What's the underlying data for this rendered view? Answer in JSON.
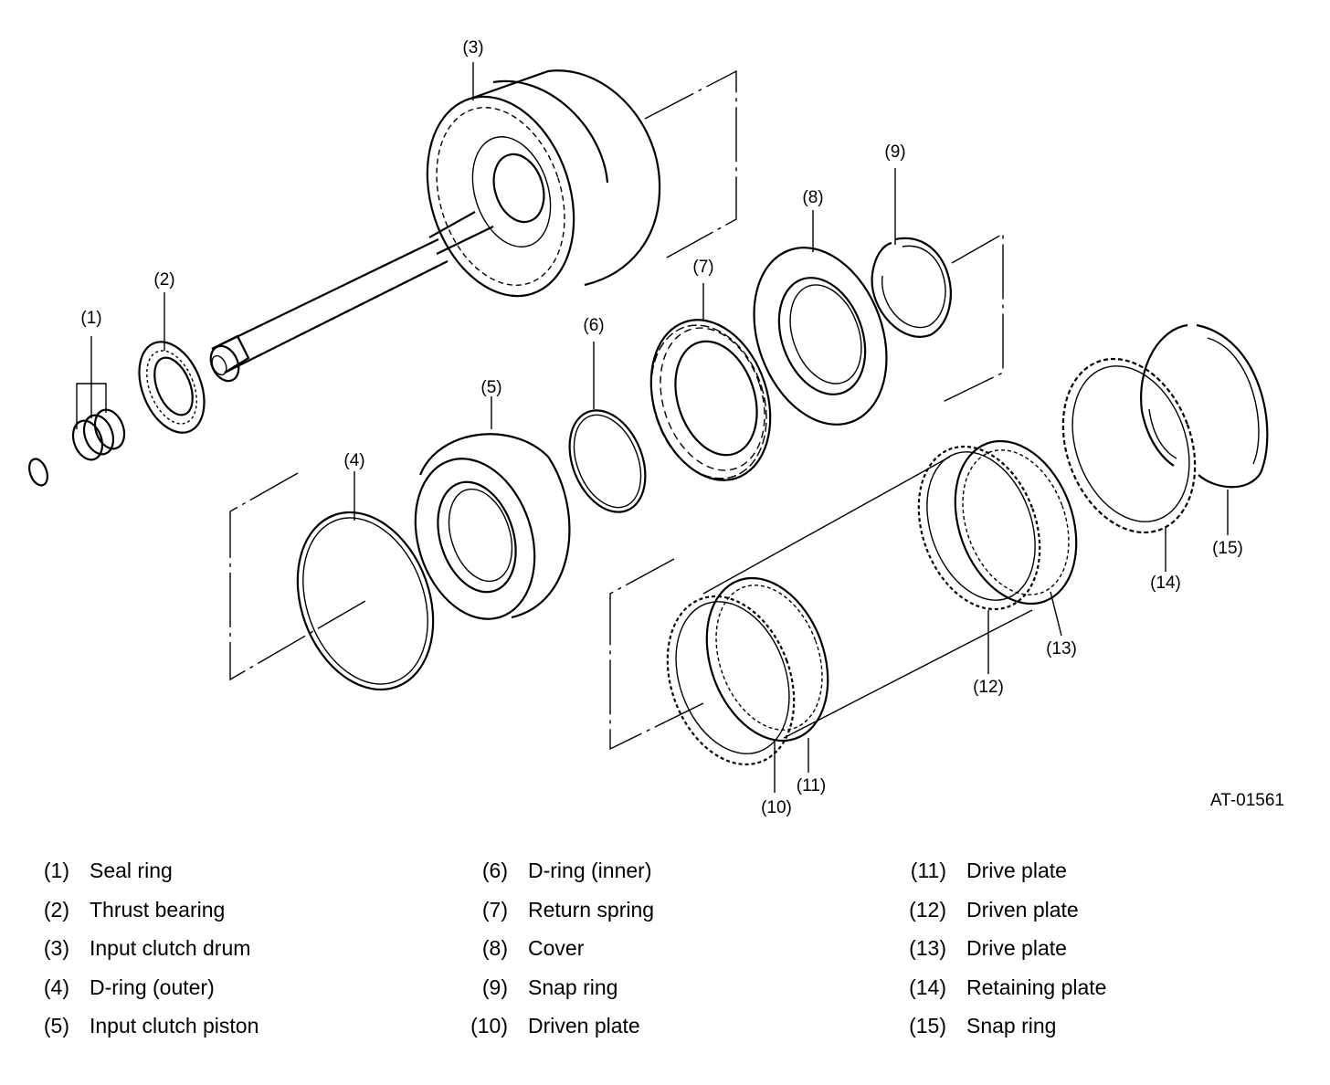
{
  "figure": {
    "code": "AT-01561"
  },
  "parts": [
    {
      "num": "(1)",
      "name": "Seal ring"
    },
    {
      "num": "(2)",
      "name": "Thrust bearing"
    },
    {
      "num": "(3)",
      "name": "Input clutch drum"
    },
    {
      "num": "(4)",
      "name": "D-ring (outer)"
    },
    {
      "num": "(5)",
      "name": "Input clutch piston"
    },
    {
      "num": "(6)",
      "name": "D-ring (inner)"
    },
    {
      "num": "(7)",
      "name": "Return spring"
    },
    {
      "num": "(8)",
      "name": "Cover"
    },
    {
      "num": "(9)",
      "name": "Snap ring"
    },
    {
      "num": "(10)",
      "name": "Driven plate"
    },
    {
      "num": "(11)",
      "name": "Drive plate"
    },
    {
      "num": "(12)",
      "name": "Driven plate"
    },
    {
      "num": "(13)",
      "name": "Drive plate"
    },
    {
      "num": "(14)",
      "name": "Retaining plate"
    },
    {
      "num": "(15)",
      "name": "Snap ring"
    }
  ]
}
